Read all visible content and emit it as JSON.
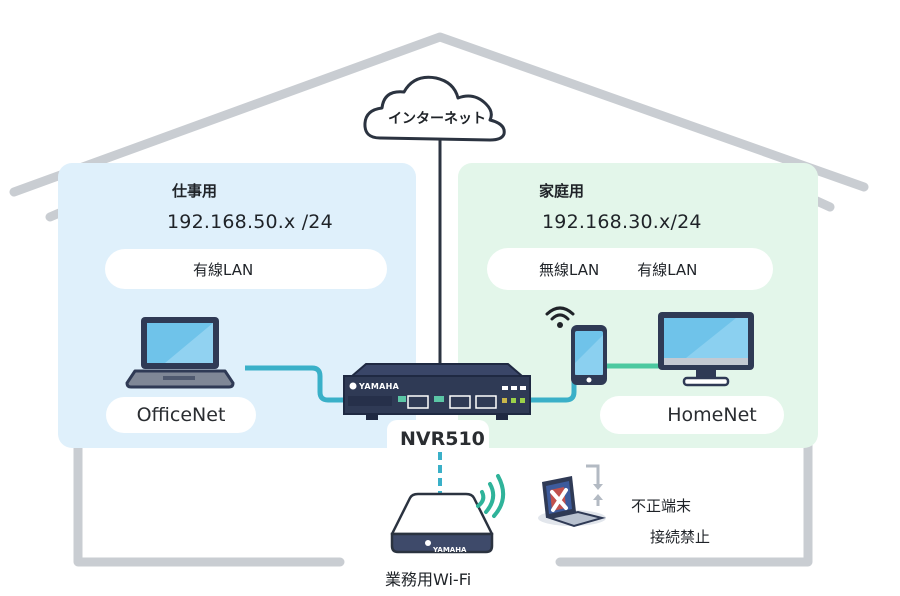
{
  "internet": {
    "label": "インターネット"
  },
  "work_zone": {
    "title": "仕事用",
    "subnet": "192.168.50.x /24",
    "connection_types": [
      "有線LAN"
    ],
    "network_name": "OfficeNet",
    "accent_color": "#dff0fb"
  },
  "home_zone": {
    "title": "家庭用",
    "subnet": "192.168.30.x/24",
    "connection_types": [
      "無線LAN",
      "有線LAN"
    ],
    "network_name": "HomeNet",
    "accent_color": "#e3f6ea"
  },
  "router": {
    "brand": "YAMAHA",
    "model": "NVR510"
  },
  "access_point": {
    "brand": "YAMAHA",
    "label": "業務用Wi-Fi"
  },
  "blocked_device": {
    "line1": "不正端末",
    "line2": "接続禁止"
  },
  "colors": {
    "work_link": "#3ab0c8",
    "home_link": "#4cc9a0",
    "wifi_waves": "#2fb39a",
    "house_outline": "#c9cdd2",
    "device_dark": "#2f3a55"
  }
}
